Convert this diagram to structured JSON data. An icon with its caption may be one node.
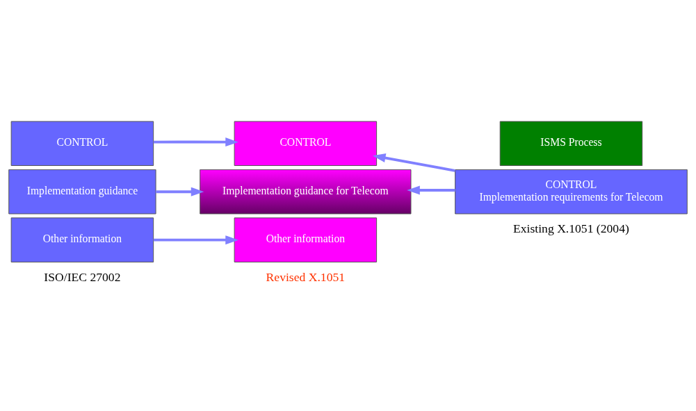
{
  "diagram": {
    "nodes": [
      {
        "text": [
          "CONTROL"
        ]
      },
      {
        "text": [
          "Implementation guidance"
        ]
      },
      {
        "text": [
          "Other information"
        ]
      },
      {
        "text": [
          "CONTROL"
        ]
      },
      {
        "text": [
          "Implementation guidance for Telecom"
        ]
      },
      {
        "text": [
          "Other information"
        ]
      },
      {
        "text": [
          "ISMS Process"
        ]
      },
      {
        "text": [
          "CONTROL",
          "Implementation requirements for Telecom"
        ]
      }
    ],
    "edges": [
      {
        "from": 0,
        "to": 3,
        "arrow": "to"
      },
      {
        "from": 1,
        "to": 4,
        "arrow": "to"
      },
      {
        "from": 2,
        "to": 5,
        "arrow": "to"
      },
      {
        "from": 7,
        "to": 3,
        "arrow": "to"
      },
      {
        "from": 7,
        "to": 4,
        "arrow": "to"
      }
    ],
    "labels": [
      "ISO/IEC 27002",
      "Revised X.1051",
      "Existing X.1051 (2004)"
    ]
  }
}
